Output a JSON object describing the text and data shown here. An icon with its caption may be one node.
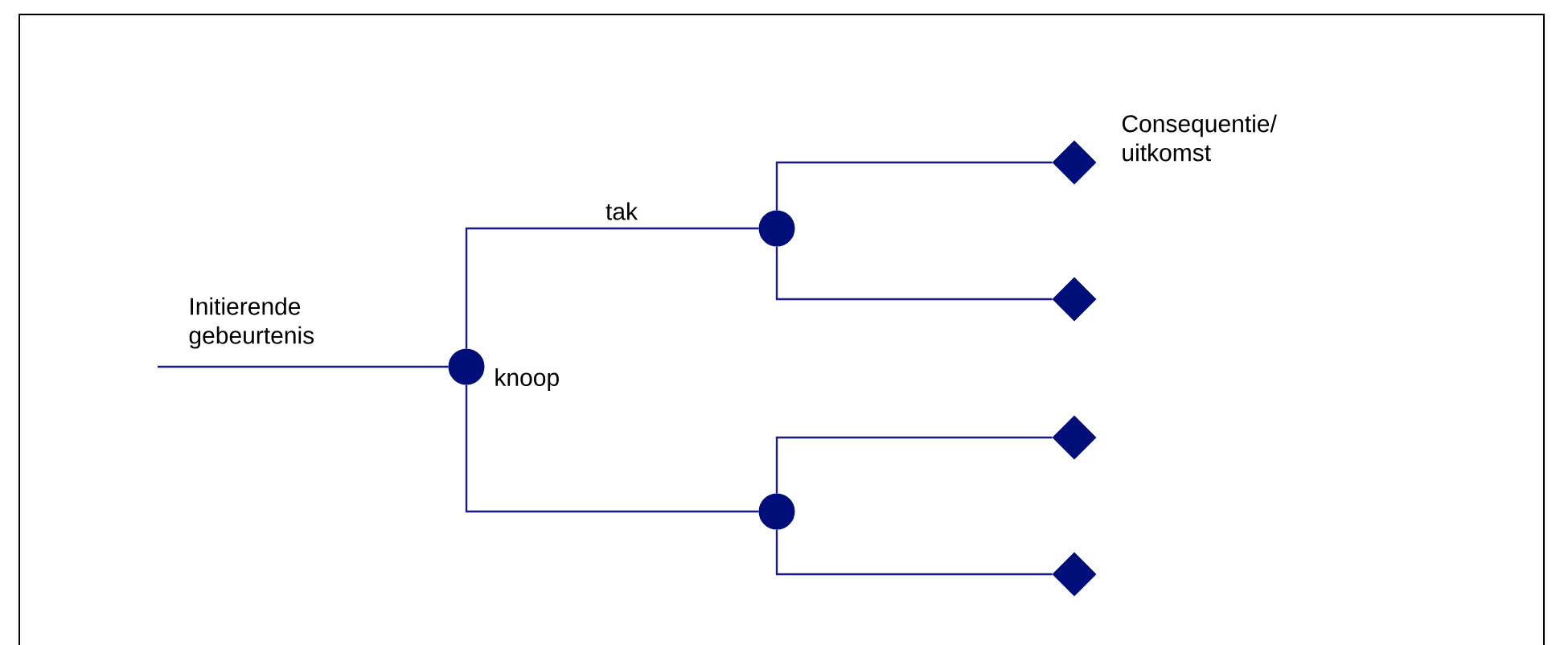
{
  "diagram": {
    "nodes": [
      {
        "text": [],
        "shape": "circle",
        "beside": [
          "knoop"
        ]
      },
      {
        "text": [],
        "shape": "circle"
      },
      {
        "text": [],
        "shape": "circle"
      },
      {
        "text": [],
        "shape": "diamond",
        "beside": [
          "Consequentie/ uitkomst"
        ]
      },
      {
        "text": [],
        "shape": "diamond"
      },
      {
        "text": [],
        "shape": "diamond"
      },
      {
        "text": [],
        "shape": "diamond"
      }
    ],
    "edges": [
      {
        "from": null,
        "to": 0,
        "arrow": "none",
        "label": "Initierende gebeurtenis"
      },
      {
        "from": 0,
        "to": 1,
        "arrow": "none",
        "label": "tak"
      },
      {
        "from": 0,
        "to": 2,
        "arrow": "none"
      },
      {
        "from": 1,
        "to": 3,
        "arrow": "none"
      },
      {
        "from": 1,
        "to": 4,
        "arrow": "none"
      },
      {
        "from": 2,
        "to": 5,
        "arrow": "none"
      },
      {
        "from": 2,
        "to": 6,
        "arrow": "none"
      }
    ]
  }
}
